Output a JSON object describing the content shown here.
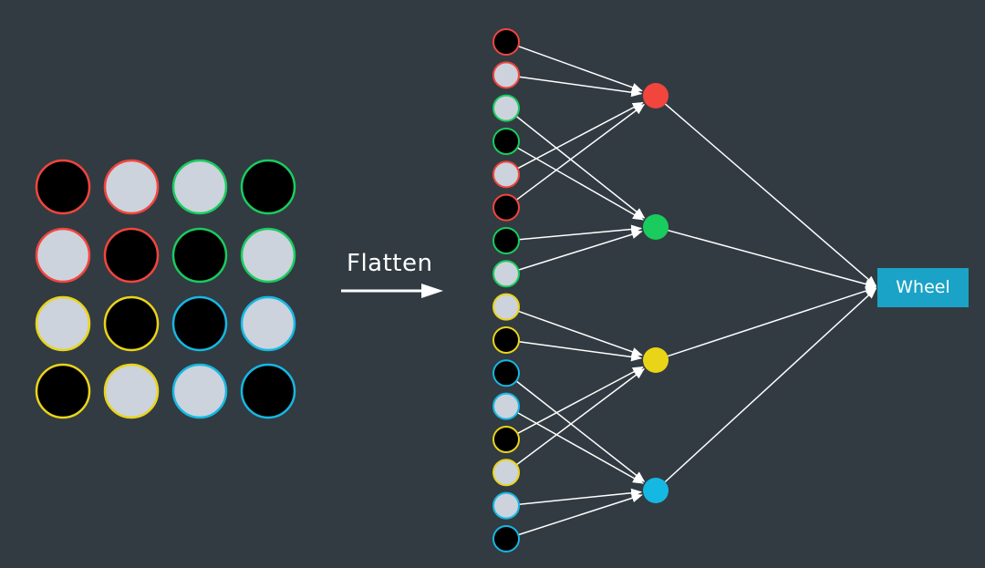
{
  "colors": {
    "background": "#323b42",
    "dark": "#000000",
    "light": "#ccd3dc",
    "red": "#f2453d",
    "green": "#19cc5e",
    "yellow": "#ead418",
    "blue": "#15b8e3",
    "line": "#ffffff"
  },
  "input_grid": [
    [
      {
        "fill": "dark",
        "ring": "red"
      },
      {
        "fill": "light",
        "ring": "red"
      },
      {
        "fill": "light",
        "ring": "green"
      },
      {
        "fill": "dark",
        "ring": "green"
      }
    ],
    [
      {
        "fill": "light",
        "ring": "red"
      },
      {
        "fill": "dark",
        "ring": "red"
      },
      {
        "fill": "dark",
        "ring": "green"
      },
      {
        "fill": "light",
        "ring": "green"
      }
    ],
    [
      {
        "fill": "light",
        "ring": "yellow"
      },
      {
        "fill": "dark",
        "ring": "yellow"
      },
      {
        "fill": "dark",
        "ring": "blue"
      },
      {
        "fill": "light",
        "ring": "blue"
      }
    ],
    [
      {
        "fill": "dark",
        "ring": "yellow"
      },
      {
        "fill": "light",
        "ring": "yellow"
      },
      {
        "fill": "light",
        "ring": "blue"
      },
      {
        "fill": "dark",
        "ring": "blue"
      }
    ]
  ],
  "flatten_label": "Flatten",
  "flattened_nodes": [
    {
      "fill": "dark",
      "ring": "red"
    },
    {
      "fill": "light",
      "ring": "red"
    },
    {
      "fill": "light",
      "ring": "green"
    },
    {
      "fill": "dark",
      "ring": "green"
    },
    {
      "fill": "light",
      "ring": "red"
    },
    {
      "fill": "dark",
      "ring": "red"
    },
    {
      "fill": "dark",
      "ring": "green"
    },
    {
      "fill": "light",
      "ring": "green"
    },
    {
      "fill": "light",
      "ring": "yellow"
    },
    {
      "fill": "dark",
      "ring": "yellow"
    },
    {
      "fill": "dark",
      "ring": "blue"
    },
    {
      "fill": "light",
      "ring": "blue"
    },
    {
      "fill": "dark",
      "ring": "yellow"
    },
    {
      "fill": "light",
      "ring": "yellow"
    },
    {
      "fill": "light",
      "ring": "blue"
    },
    {
      "fill": "dark",
      "ring": "blue"
    }
  ],
  "hidden_nodes": [
    {
      "color": "red",
      "inputs": [
        0,
        1,
        4,
        5
      ]
    },
    {
      "color": "green",
      "inputs": [
        2,
        3,
        6,
        7
      ]
    },
    {
      "color": "yellow",
      "inputs": [
        8,
        9,
        12,
        13
      ]
    },
    {
      "color": "blue",
      "inputs": [
        10,
        11,
        14,
        15
      ]
    }
  ],
  "output": {
    "label": "Wheel"
  }
}
